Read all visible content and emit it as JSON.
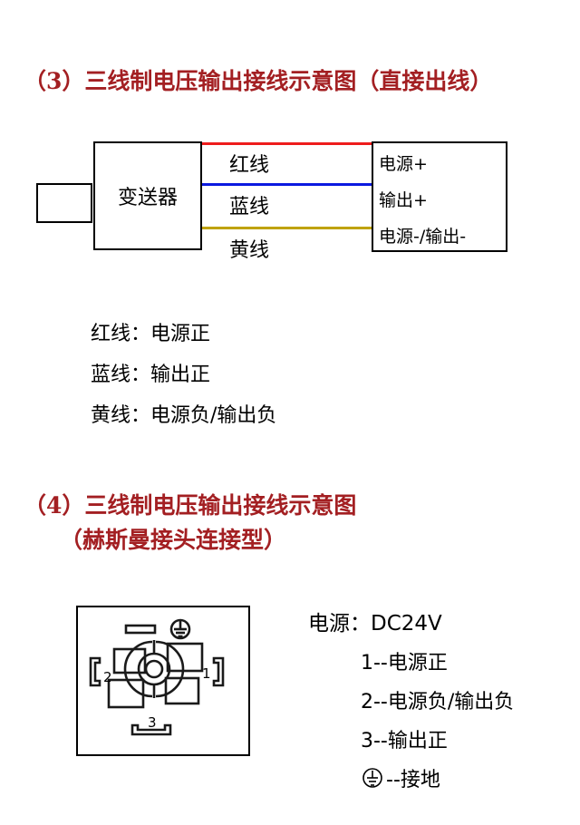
{
  "section3": {
    "title": "（3）三线制电压输出接线示意图（直接出线）",
    "transmitter_label": "变送器",
    "wires": [
      {
        "label": "红线",
        "color": "#ee1c1c",
        "terminal": "电源+"
      },
      {
        "label": "蓝线",
        "color": "#0b19e0",
        "terminal": "输出+"
      },
      {
        "label": "黄线",
        "color": "#bfa202",
        "terminal": "电源-/输出-"
      }
    ],
    "legend": [
      "红线：电源正",
      "蓝线：输出正",
      "黄线：电源负/输出负"
    ]
  },
  "section4": {
    "title_line1": "（4）三线制电压输出接线示意图",
    "title_line2": "（赫斯曼接头连接型）",
    "connector": {
      "pin_labels": [
        "1",
        "2",
        "3"
      ],
      "ground_icon": "earth-ground-icon"
    },
    "spec": "电源：DC24V",
    "pins": [
      "1--电源正",
      "2--电源负/输出负",
      "3--输出正"
    ],
    "ground": "--接地"
  },
  "colors": {
    "title_red": "#a31f22",
    "wire_red": "#ee1c1c",
    "wire_blue": "#0b19e0",
    "wire_yellow": "#bfa202",
    "line_black": "#000000"
  }
}
